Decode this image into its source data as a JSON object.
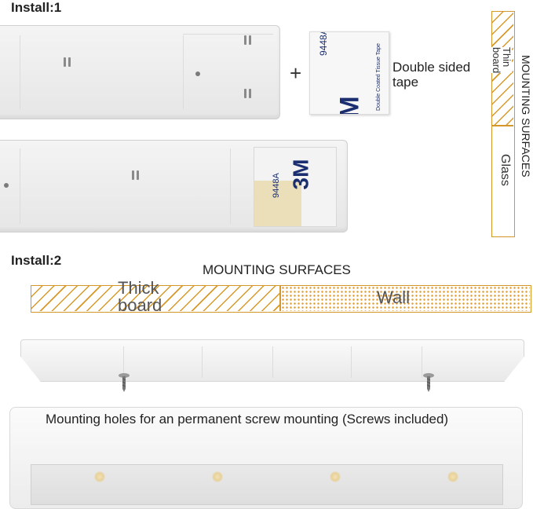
{
  "install1": {
    "heading": "Install:1"
  },
  "install2": {
    "heading": "Install:2"
  },
  "tape": {
    "brand": "3M",
    "code": "9448A",
    "small_text": "Double Coated Tissue Tape",
    "label_line1": "Double sided",
    "label_line2": "tape",
    "plus": "+"
  },
  "surfaces_vertical": {
    "title": "MOUNTING SURFACES",
    "thin_board_line1": "Thin",
    "thin_board_line2": "board",
    "glass": "Glass"
  },
  "surfaces_horizontal": {
    "title": "MOUNTING SURFACES",
    "thick_board_line1": "Thick",
    "thick_board_line2": "board",
    "wall": "Wall"
  },
  "mounting_note": "Mounting holes for an permanent screw mounting (Screws included)",
  "colors": {
    "accent": "#d5962a",
    "plate": "#ececec",
    "tape_blue": "#1a2e70"
  }
}
